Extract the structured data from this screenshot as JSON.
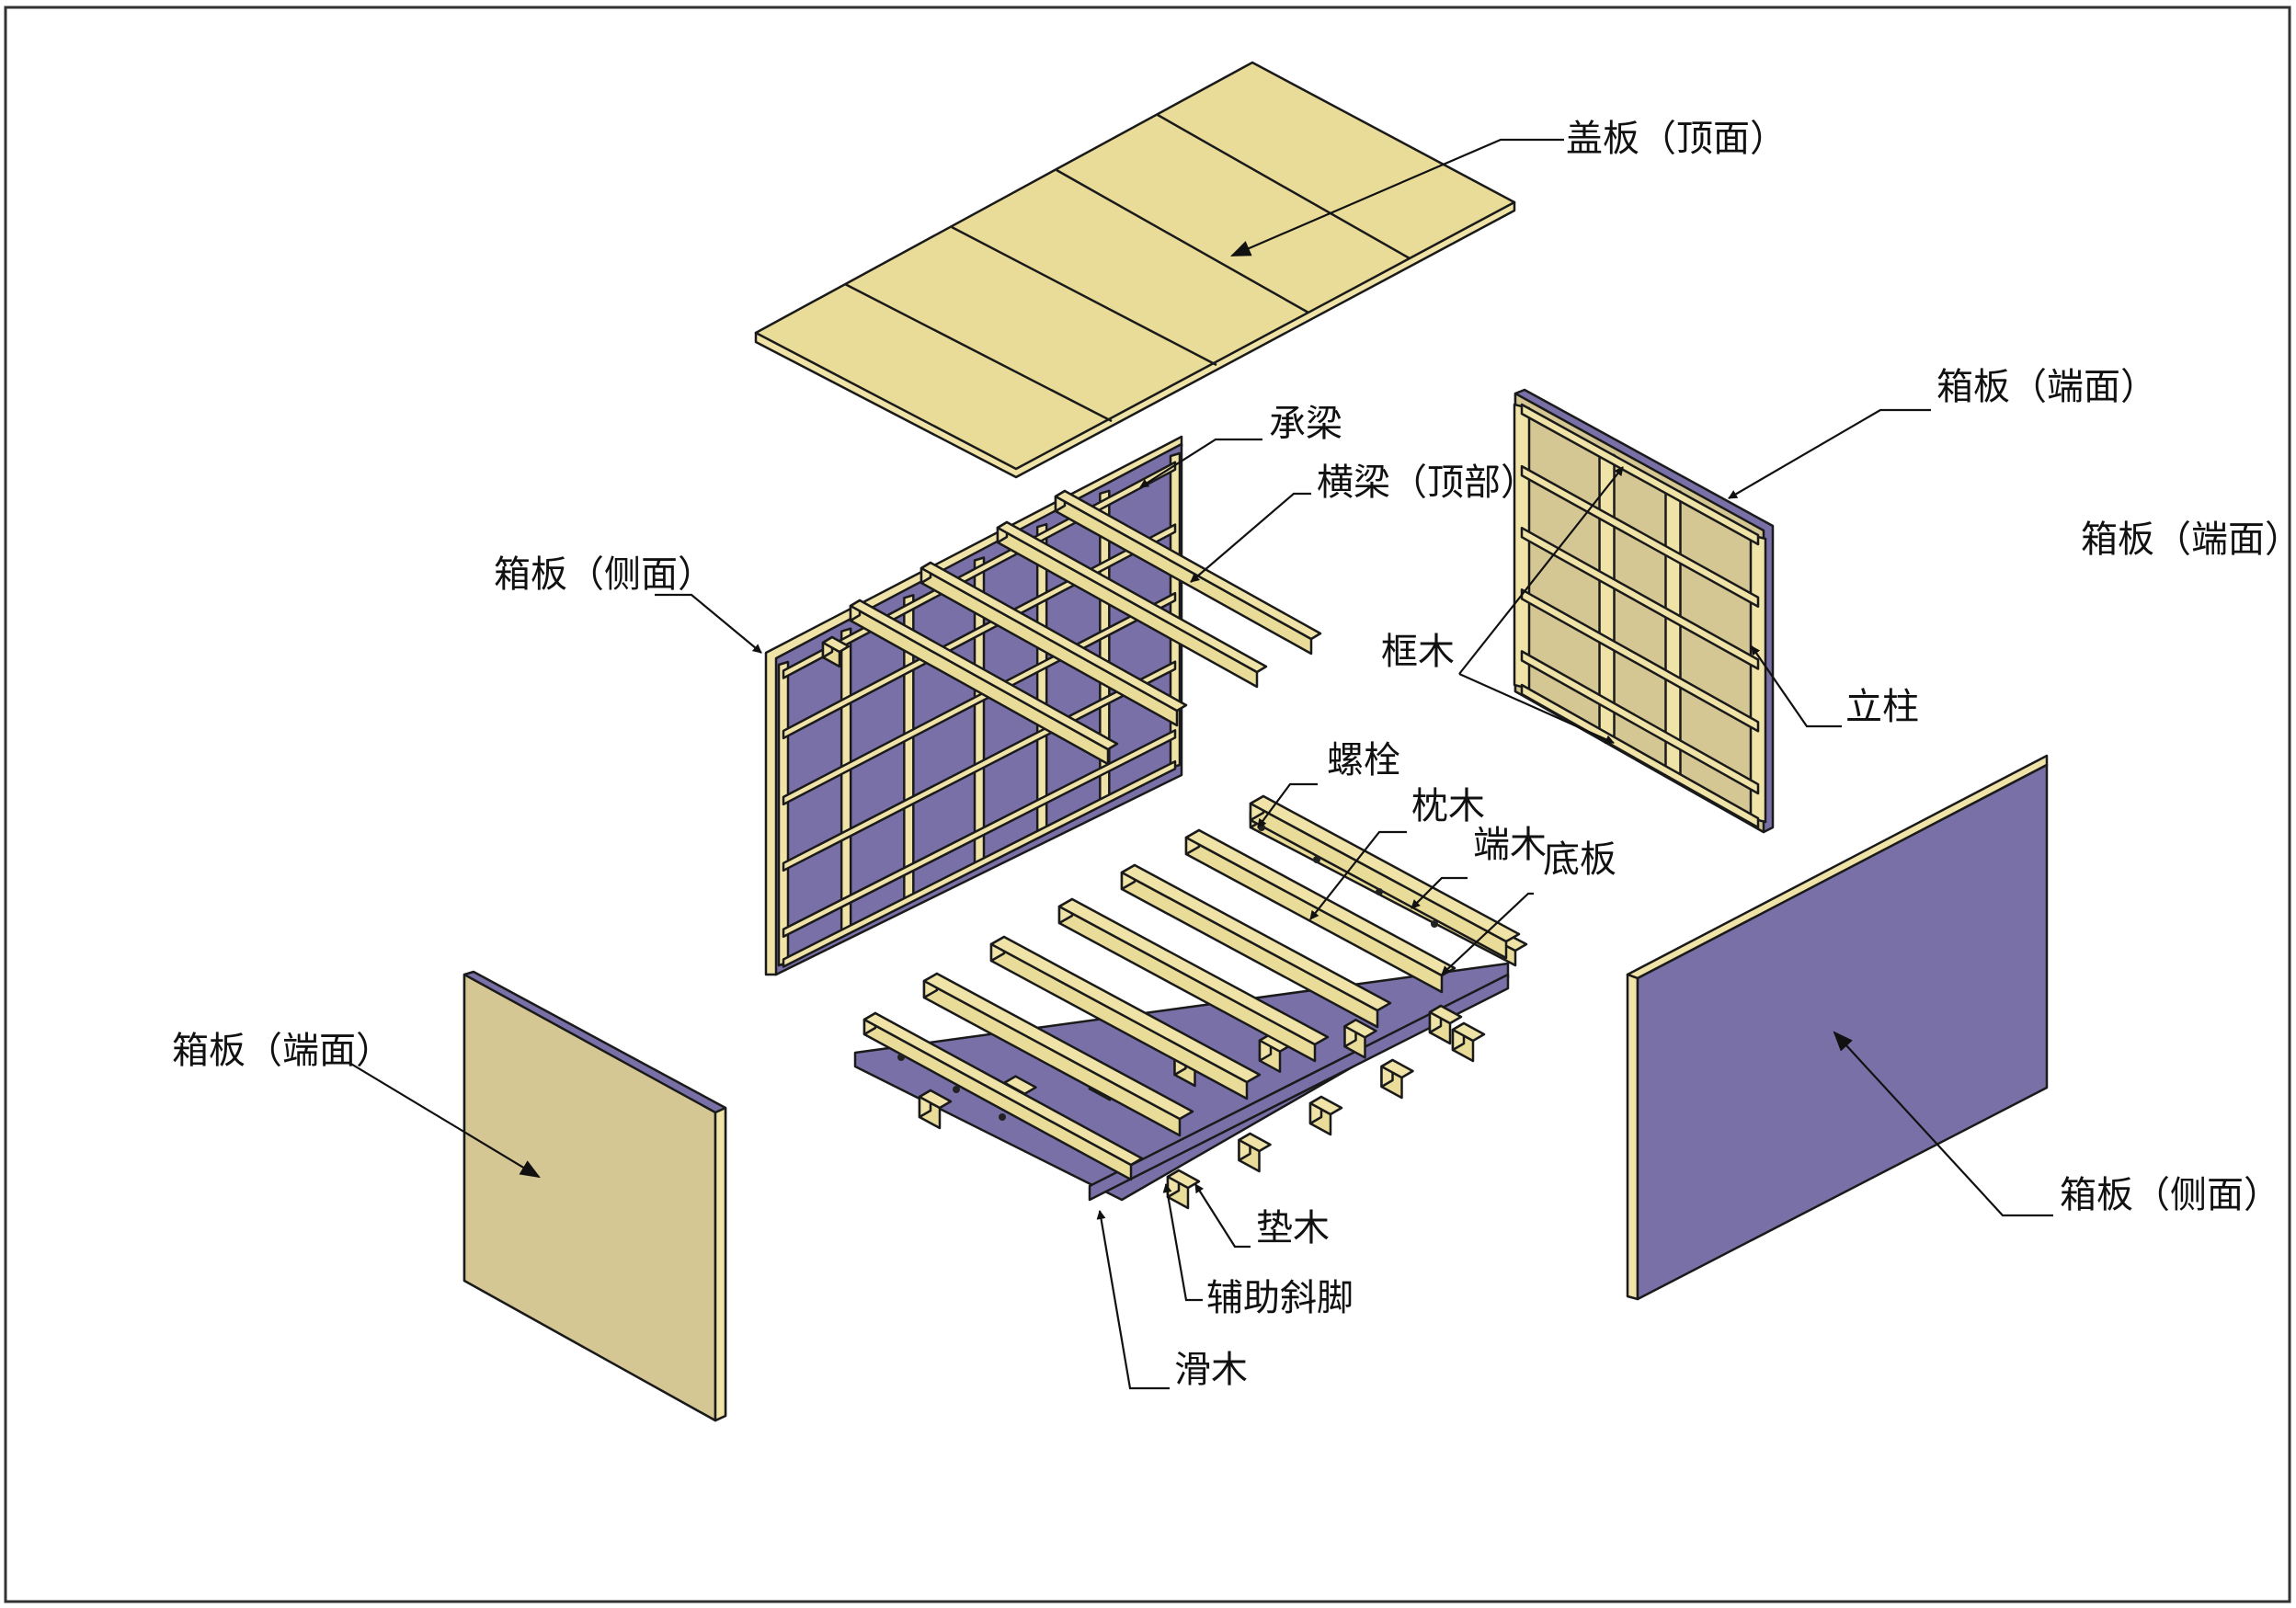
{
  "colors": {
    "wood_light": "#e9dc99",
    "wood_board": "#d5c793",
    "wood_beam": "#efe3a8",
    "panel_purple": "#7a70a8",
    "outline": "#1a1a1a",
    "frame_border": "#333333"
  },
  "labels": {
    "top_cover": "盖板（顶面）",
    "bearing_beam": "承梁",
    "top_crossbeam": "横梁（顶部）",
    "side_panel_left": "箱板（侧面）",
    "end_panel_upper_right": "箱板（端面）",
    "end_panel_far_right": "箱板（端面）",
    "frame_wood": "框木",
    "column": "立柱",
    "bolt": "螺栓",
    "sleeper": "枕木",
    "end_wood": "端木",
    "floor_board": "底板",
    "end_panel_left": "箱板（端面）",
    "side_panel_right": "箱板（侧面）",
    "pad_wood": "垫木",
    "aux_diagonal_leg": "辅助斜脚",
    "skid": "滑木"
  }
}
